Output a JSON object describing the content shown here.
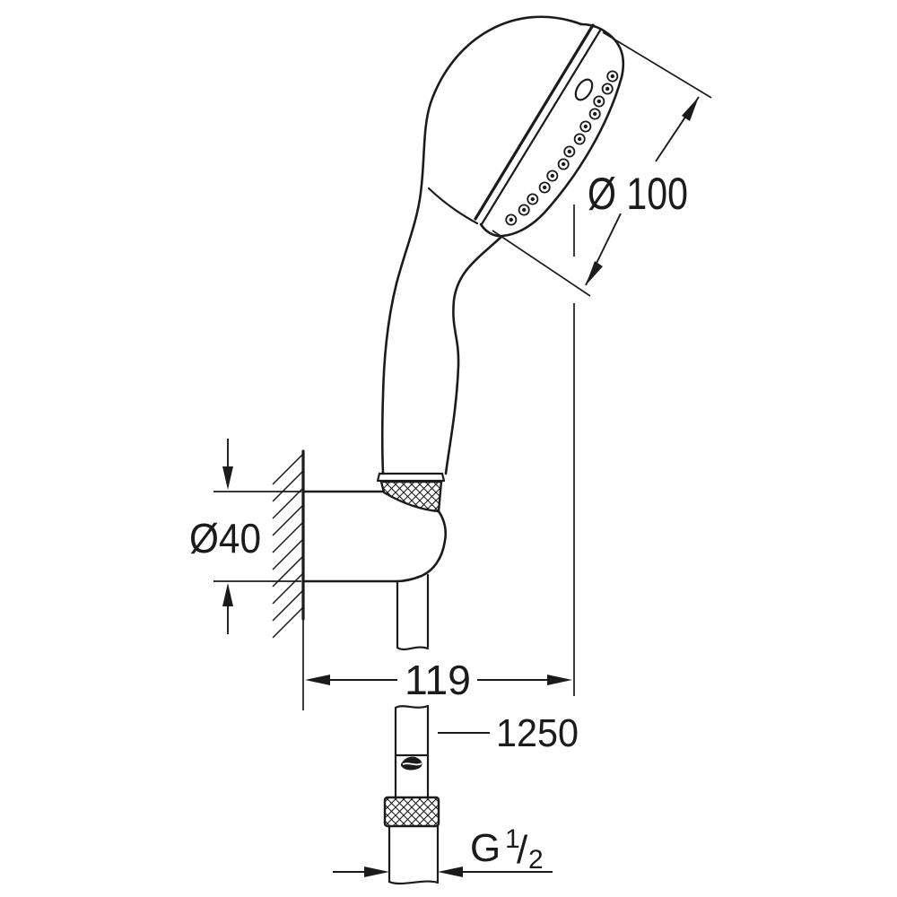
{
  "drawing": {
    "background_color": "#ffffff",
    "line_color": "#1b1b1b"
  },
  "labels": {
    "head_diameter": "Ø 100",
    "holder_diameter": "Ø40",
    "wall_distance": "119",
    "hose_length": "1250",
    "thread_letter": "G",
    "thread_numerator": "1",
    "thread_slash": "/",
    "thread_denominator": "2"
  }
}
